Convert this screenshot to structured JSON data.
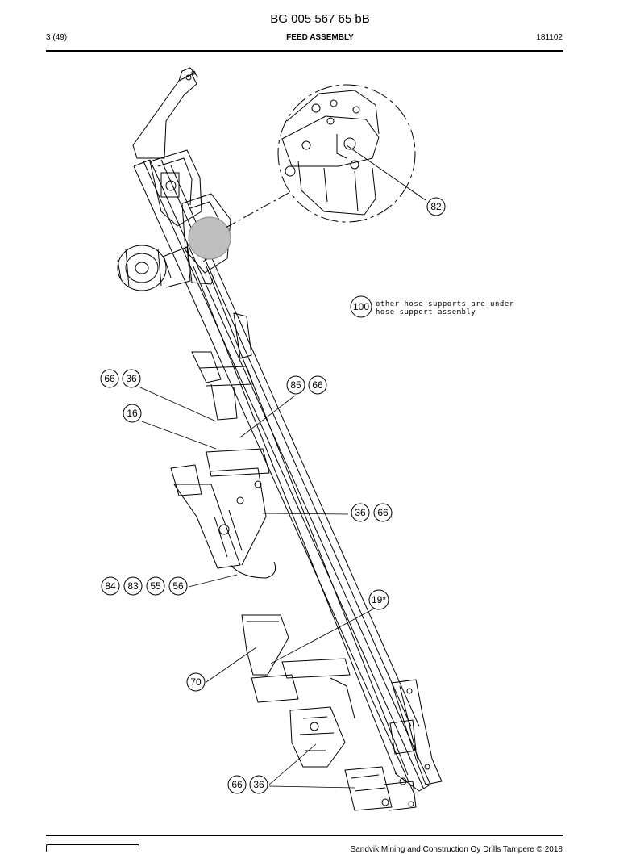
{
  "header": {
    "doc_number": "BG 005 567 65 bB",
    "page": "3 (49)",
    "title": "FEED ASSEMBLY",
    "date": "181102"
  },
  "note": {
    "number": "100",
    "line1": "other hose supports are under",
    "line2": "hose support assembly"
  },
  "callouts": {
    "detail": "82",
    "g1a": "66",
    "g1b": "36",
    "g2": "16",
    "g3a": "85",
    "g3b": "66",
    "g4a": "36",
    "g4b": "66",
    "g5a": "84",
    "g5b": "83",
    "g5c": "55",
    "g5d": "56",
    "g6": "19*",
    "g7": "70",
    "g8a": "66",
    "g8b": "36"
  },
  "footer": {
    "copyright": "Sandvik Mining and Construction Oy Drills Tampere © 2018"
  }
}
